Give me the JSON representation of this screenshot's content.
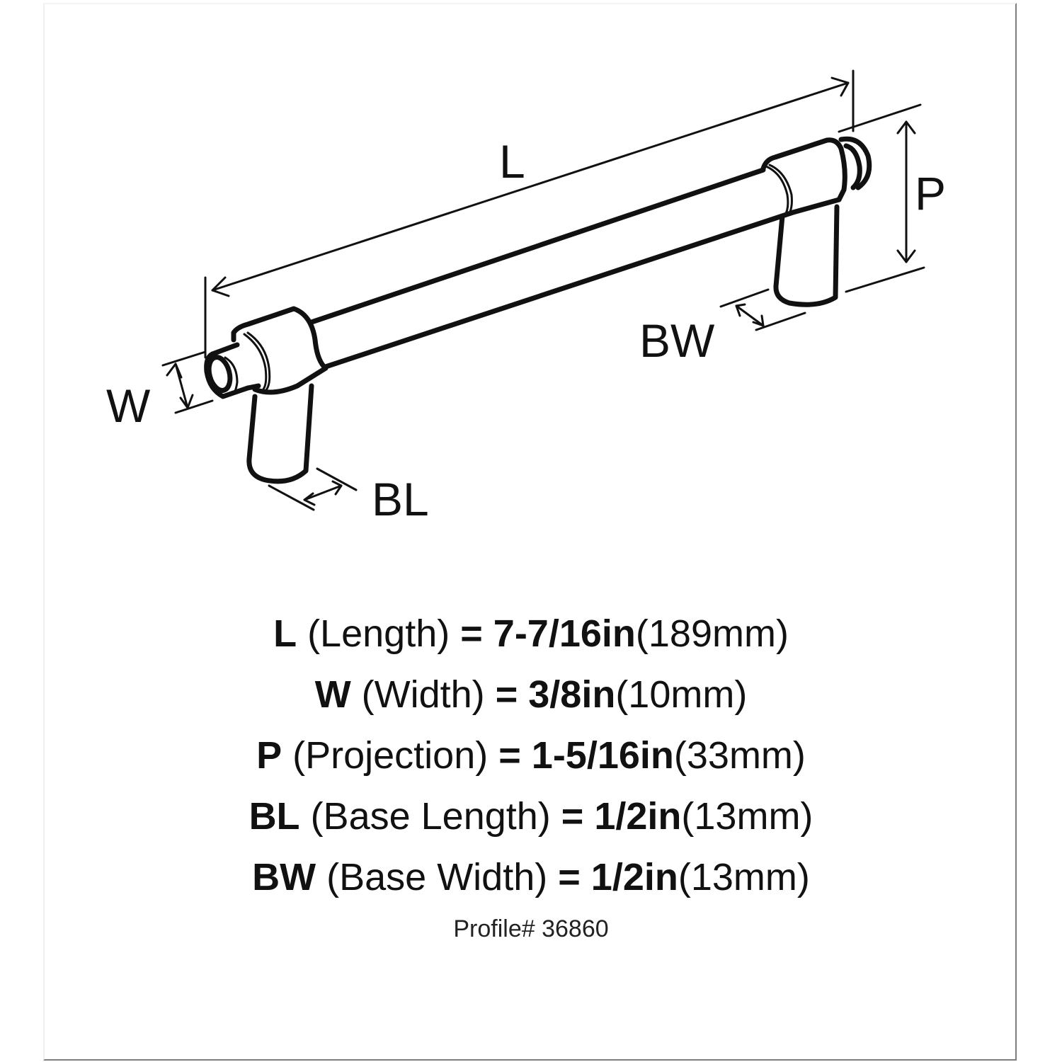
{
  "diagram": {
    "subject": "bar pull cabinet handle",
    "labels": {
      "L": "L",
      "W": "W",
      "P": "P",
      "BL": "BL",
      "BW": "BW"
    },
    "colors": {
      "line": "#111111",
      "background": "#ffffff",
      "frame_right_bottom": "#7d7d7d"
    }
  },
  "specs": [
    {
      "key": "L",
      "name": "(Length)",
      "eq": "=",
      "inch": "7-7/16in",
      "mm": "(189mm)"
    },
    {
      "key": "W",
      "name": "(Width)",
      "eq": "=",
      "inch": "3/8in",
      "mm": "(10mm)"
    },
    {
      "key": "P",
      "name": "(Projection)",
      "eq": "=",
      "inch": "1-5/16in",
      "mm": "(33mm)"
    },
    {
      "key": "BL",
      "name": "(Base Length)",
      "eq": "=",
      "inch": "1/2in",
      "mm": "(13mm)"
    },
    {
      "key": "BW",
      "name": "(Base Width)",
      "eq": "=",
      "inch": "1/2in",
      "mm": "(13mm)"
    }
  ],
  "profile": "Profile# 36860"
}
